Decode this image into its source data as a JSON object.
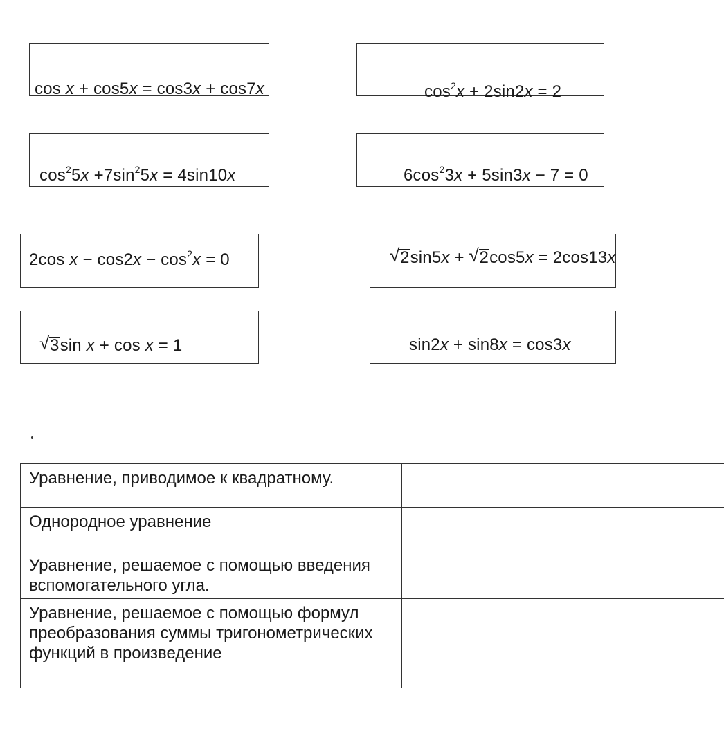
{
  "equations": [
    {
      "id": "eq1",
      "parts": [
        "cos ",
        "x",
        " + cos5",
        "x",
        " = cos3",
        "x",
        " + cos7",
        "x"
      ]
    },
    {
      "id": "eq2",
      "parts": [
        "cos",
        "2",
        "x",
        " + 2sin2",
        "x",
        " = 2"
      ]
    },
    {
      "id": "eq3",
      "parts": [
        "cos",
        "2",
        "5",
        "x",
        " +7sin",
        "2",
        "5",
        "x",
        " = 4sin10",
        "x"
      ]
    },
    {
      "id": "eq4",
      "parts": [
        "6cos",
        "2",
        "3",
        "x",
        " + 5sin3",
        "x",
        " − 7 = 0"
      ]
    },
    {
      "id": "eq5",
      "parts": [
        "2cos ",
        "x",
        " − cos2",
        "x",
        " − cos",
        "2",
        "x",
        " = 0"
      ]
    },
    {
      "id": "eq6",
      "parts": [
        "2",
        "sin5",
        "x",
        " + ",
        "2",
        "cos5",
        "x",
        " = 2cos13",
        "x"
      ]
    },
    {
      "id": "eq7",
      "parts": [
        "3",
        "sin ",
        "x",
        " + cos ",
        "x",
        " = 1"
      ]
    },
    {
      "id": "eq8",
      "parts": [
        "sin2",
        "x",
        " + sin8",
        "x",
        " = cos3",
        "x"
      ]
    }
  ],
  "separator_mark": ".",
  "table": {
    "rows": [
      {
        "label": "Уравнение, приводимое к квадратному.",
        "answer": ""
      },
      {
        "label": "Однородное уравнение",
        "answer": ""
      },
      {
        "label": "Уравнение, решаемое с помощью введения вспомогательного угла.",
        "answer": ""
      },
      {
        "label": "Уравнение, решаемое с помощью формул преобразования суммы тригонометрических функций в произведение",
        "answer": ""
      }
    ]
  }
}
